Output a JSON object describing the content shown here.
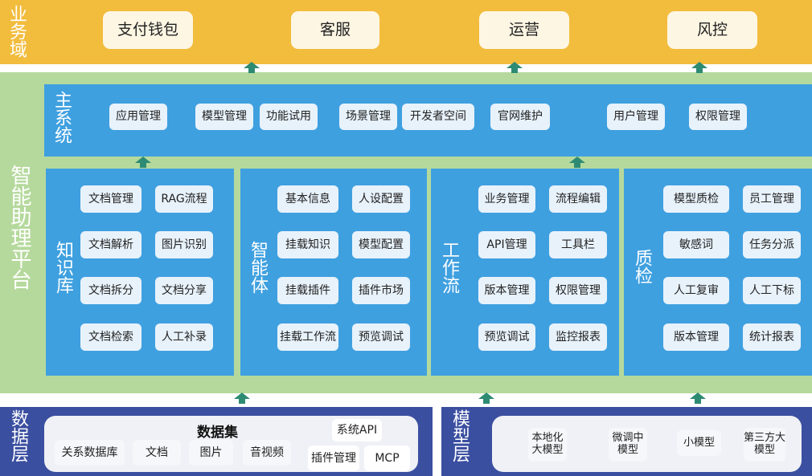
{
  "business": {
    "label": "业务域",
    "items": [
      "支付钱包",
      "客服",
      "运营",
      "风控"
    ]
  },
  "platform": {
    "label": "智能助理平台",
    "main": {
      "label": "主系统",
      "items": [
        "应用管理",
        "模型管理",
        "功能试用",
        "场景管理",
        "开发者空间",
        "官网维护",
        "用户管理",
        "权限管理"
      ]
    },
    "knowledge": {
      "label": "知识库",
      "items": [
        "文档管理",
        "RAG流程",
        "文档解析",
        "图片识别",
        "文档拆分",
        "文档分享",
        "文档检索",
        "人工补录"
      ]
    },
    "agent": {
      "label": "智能体",
      "items": [
        "基本信息",
        "人设配置",
        "挂载知识",
        "模型配置",
        "挂载插件",
        "插件市场",
        "挂载工作流",
        "预览调试"
      ]
    },
    "workflow": {
      "label": "工作流",
      "items": [
        "业务管理",
        "流程编辑",
        "API管理",
        "工具栏",
        "版本管理",
        "权限管理",
        "预览调试",
        "监控报表"
      ]
    },
    "qa": {
      "label": "质检",
      "items": [
        "模型质检",
        "员工管理",
        "敏感词",
        "任务分派",
        "人工复审",
        "人工下标",
        "版本管理",
        "统计报表"
      ]
    }
  },
  "data_layer": {
    "label": "数据层",
    "dataset_title": "数据集",
    "items": [
      "关系数据库",
      "文档",
      "图片",
      "音视频"
    ],
    "system_api": "系统API",
    "plugin": "插件管理",
    "mcp": "MCP"
  },
  "model_layer": {
    "label": "模型层",
    "items": [
      "本地化大模型",
      "微调中模型",
      "小模型",
      "第三方大模型"
    ]
  }
}
